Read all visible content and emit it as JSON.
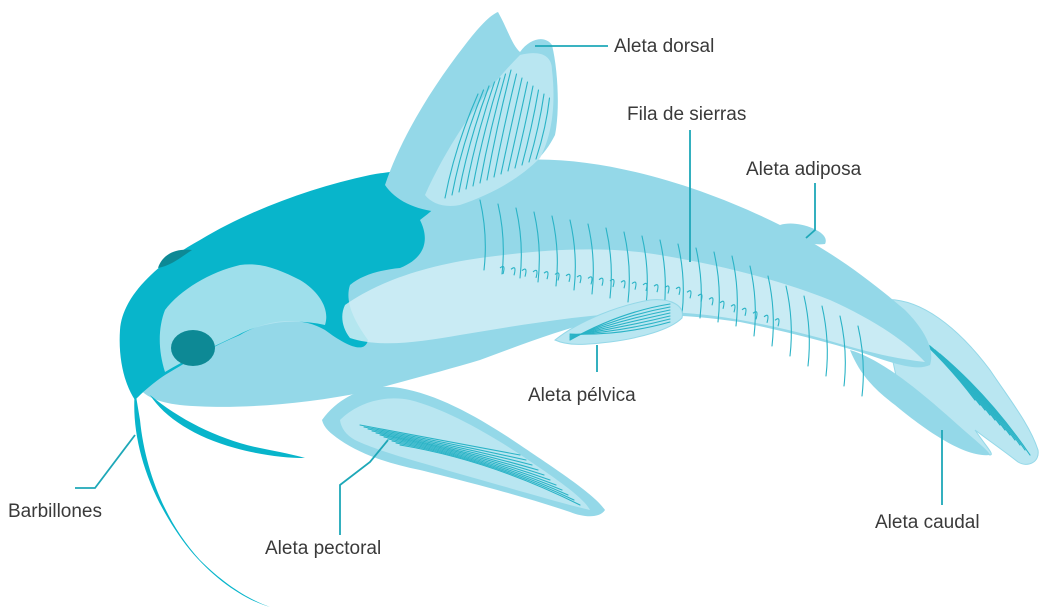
{
  "diagram": {
    "colors": {
      "head_dark": "#08b5cb",
      "body_light": "#94d8e8",
      "body_pale": "#b9e6f1",
      "stripe": "#d2eff6",
      "eye": "#0d8995",
      "leader": "#1ea8b8",
      "label_text": "#3a3a3a"
    },
    "labels": {
      "dorsal": "Aleta dorsal",
      "saw_row": "Fila de sierras",
      "adipose": "Aleta adiposa",
      "pelvic": "Aleta pélvica",
      "caudal": "Aleta caudal",
      "pectoral": "Aleta pectoral",
      "barbels": "Barbillones"
    }
  }
}
